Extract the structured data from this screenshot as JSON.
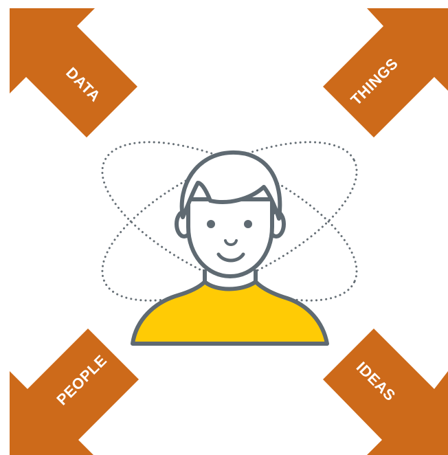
{
  "arrows": {
    "data": "DATA",
    "things": "THINGS",
    "people": "PEOPLE",
    "ideas": "IDEAS"
  },
  "colors": {
    "arrow": "#CD6A1A",
    "shirt": "#FFCB05",
    "outline": "#5F6A72",
    "orbit": "#666F76",
    "label": "#FFFFFF"
  },
  "icons": {
    "person": "person-icon",
    "orbit": "orbit-ellipse"
  }
}
